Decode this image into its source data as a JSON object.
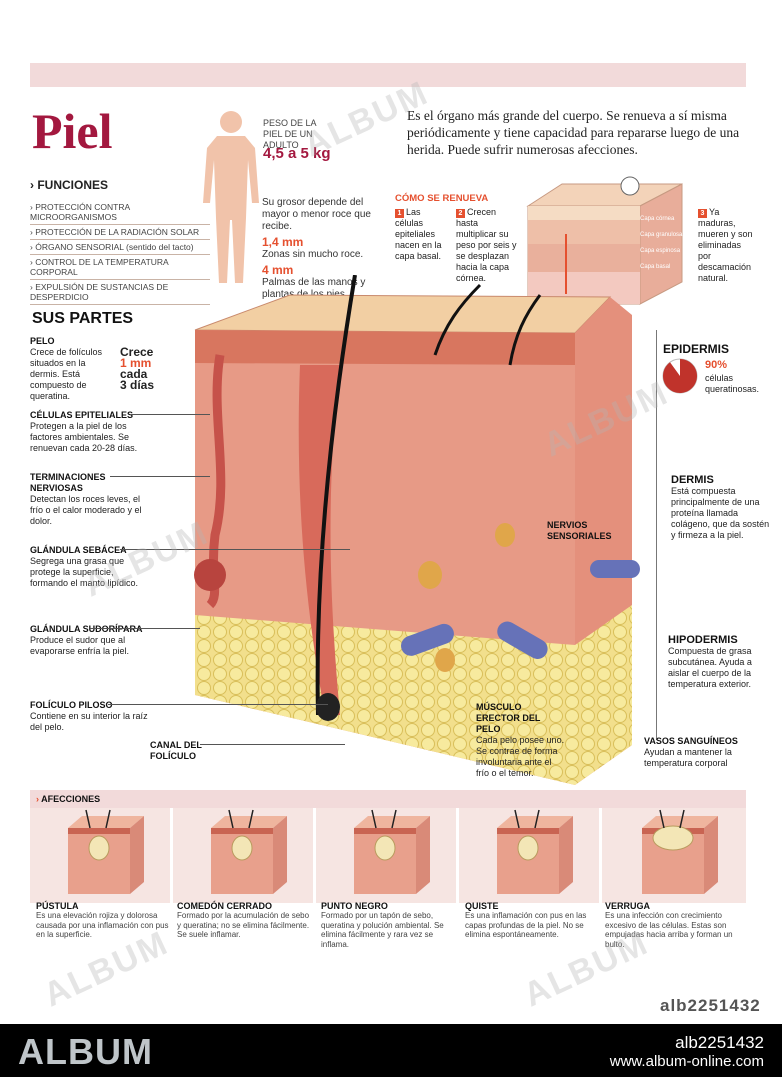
{
  "title": "Piel",
  "weight": {
    "label": "PESO DE LA PIEL DE UN ADULTO",
    "value": "4,5 a 5 kg"
  },
  "intro": "Es el órgano más grande del cuerpo. Se renueva a sí misma periódicamente y tiene capacidad para repararse luego de una herida. Puede sufrir numerosas afecciones.",
  "funciones": {
    "heading": "FUNCIONES",
    "items": [
      "PROTECCIÓN CONTRA MICROORGANISMOS",
      "PROTECCIÓN DE LA RADIACIÓN SOLAR",
      "ÓRGANO SENSORIAL (sentido del tacto)",
      "CONTROL DE LA TEMPERATURA CORPORAL",
      "EXPULSIÓN DE SUSTANCIAS DE DESPERDICIO"
    ]
  },
  "thickness": {
    "intro": "Su grosor depende del mayor o menor roce que recibe.",
    "v1": "1,4 mm",
    "d1": "Zonas sin mucho roce.",
    "v2": "4 mm",
    "d2": "Palmas de las manos y plantas de los pies."
  },
  "renueva": {
    "heading": "CÓMO SE RENUEVA",
    "s1": "Las células epiteliales nacen en la capa basal.",
    "s2": "Crecen hasta multiplicar su peso por seis y se desplazan hacia la capa córnea.",
    "s3": "Ya maduras, mueren y son eliminadas por descamación natural.",
    "layers": [
      "Capa córnea",
      "Capa granulosa",
      "Capa espinosa",
      "Capa basal"
    ]
  },
  "partes": {
    "heading": "SUS PARTES",
    "pelo": {
      "t": "PELO",
      "d": "Crece de folículos situados en la dermis. Está compuesto de queratina.",
      "g1": "Crece",
      "g2": "1 mm",
      "g3": "cada",
      "g4": "3 días"
    },
    "celulas": {
      "t": "CÉLULAS EPITELIALES",
      "d": "Protegen a la piel de los factores ambientales. Se renuevan cada 20-28 días."
    },
    "term": {
      "t": "TERMINACIONES NERVIOSAS",
      "d": "Detectan los roces leves, el frío o el calor moderado y el dolor."
    },
    "sebacea": {
      "t": "GLÁNDULA SEBÁCEA",
      "d": "Segrega una grasa que protege la superficie, formando el manto lipídico."
    },
    "sudoripara": {
      "t": "GLÁNDULA SUDORÍPARA",
      "d": "Produce el sudor que al evaporarse enfría la piel."
    },
    "foliculo": {
      "t": "FOLÍCULO PILOSO",
      "d": "Contiene en su interior la raíz del pelo."
    },
    "canal": {
      "t": "CANAL DEL FOLÍCULO"
    },
    "musculo": {
      "t": "MÚSCULO ERECTOR DEL PELO",
      "d": "Cada pelo posee uno. Se contrae de forma involuntaria ante el frío o el temor."
    },
    "nervios": {
      "t": "NERVIOS SENSORIALES"
    },
    "vasos": {
      "t": "VASOS SANGUÍNEOS",
      "d": "Ayudan a mantener la temperatura corporal"
    }
  },
  "epidermis": {
    "t": "EPIDERMIS",
    "pct": "90%",
    "d": "células queratinosas.",
    "fraction": 0.9
  },
  "dermis": {
    "t": "DERMIS",
    "d": "Está compuesta principalmente de una proteína llamada colágeno, que da sostén y firmeza a la piel."
  },
  "hipodermis": {
    "t": "HIPODERMIS",
    "d": "Compuesta de grasa subcutánea. Ayuda a aislar el cuerpo de la temperatura exterior."
  },
  "afecciones": {
    "heading": "AFECCIONES",
    "items": [
      {
        "t": "PÚSTULA",
        "d": "Es una elevación rojiza y dolorosa causada por una inflamación con pus en la superficie."
      },
      {
        "t": "COMEDÓN CERRADO",
        "d": "Formado por la acumulación de sebo y queratina; no se elimina fácilmente. Se suele inflamar."
      },
      {
        "t": "PUNTO NEGRO",
        "d": "Formado por un tapón de sebo, queratina y polución ambiental. Se elimina fácilmente y rara vez se inflama."
      },
      {
        "t": "QUISTE",
        "d": "Es una inflamación con pus en las capas profundas de la piel. No se elimina espontáneamente."
      },
      {
        "t": "VERRUGA",
        "d": "Es una infección con crecimiento excesivo de las células. Estas son empujadas hacia arriba y forman un bulto."
      }
    ]
  },
  "watermark": "ALBUM",
  "image_id": "alb2251432",
  "footer": {
    "brand": "ALBUM",
    "id": "alb2251432",
    "url": "www.album-online.com"
  },
  "colors": {
    "accent": "#a3183f",
    "orange": "#e5502f",
    "pink": "#f2dada"
  }
}
